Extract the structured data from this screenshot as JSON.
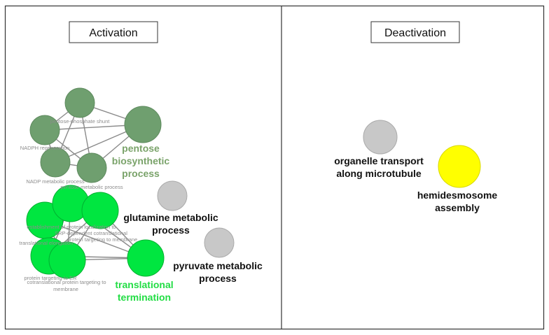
{
  "panels": {
    "activation_title": "Activation",
    "deactivation_title": "Deactivation"
  },
  "colors": {
    "group_pentose": "#6f9f6f",
    "group_translation": "#00e640",
    "group_grey": "#c8c8c8",
    "group_yellow": "#ffff00",
    "label_pentose": "#7aa36a",
    "label_translation": "#22dd44",
    "label_dark": "#111111"
  },
  "activation": {
    "small_labels": {
      "pentose_phosphate_shunt": "pentose-phosphate shunt",
      "nadph_regeneration": "NADPH regeneration",
      "nadp_metabolic_process": "NADP metabolic process",
      "pentose_metabolic_process": "pentose metabolic process",
      "endoplasmic_reticulum_targeting": "establishment of protein localization to",
      "srp_dependent_line1": "SRP-dependent cotranslational",
      "srp_dependent_line2": "protein targeting to membrane",
      "translational_elongation": "translational elongation",
      "protein_targeting_er": "protein targeting to ER",
      "cotranslational_line1": "cotranslational protein targeting to",
      "cotranslational_line2": "membrane"
    },
    "major_labels": {
      "pentose_line1": "pentose",
      "pentose_line2": "biosynthetic",
      "pentose_line3": "process",
      "glutamine_line1": "glutamine metabolic",
      "glutamine_line2": "process",
      "pyruvate_line1": "pyruvate metabolic",
      "pyruvate_line2": "process",
      "translational_line1": "translational",
      "translational_line2": "termination"
    }
  },
  "deactivation": {
    "major_labels": {
      "organelle_line1": "organelle transport",
      "organelle_line2": "along microtubule",
      "hemidesmosome_line1": "hemidesmosome",
      "hemidesmosome_line2": "assembly"
    }
  }
}
